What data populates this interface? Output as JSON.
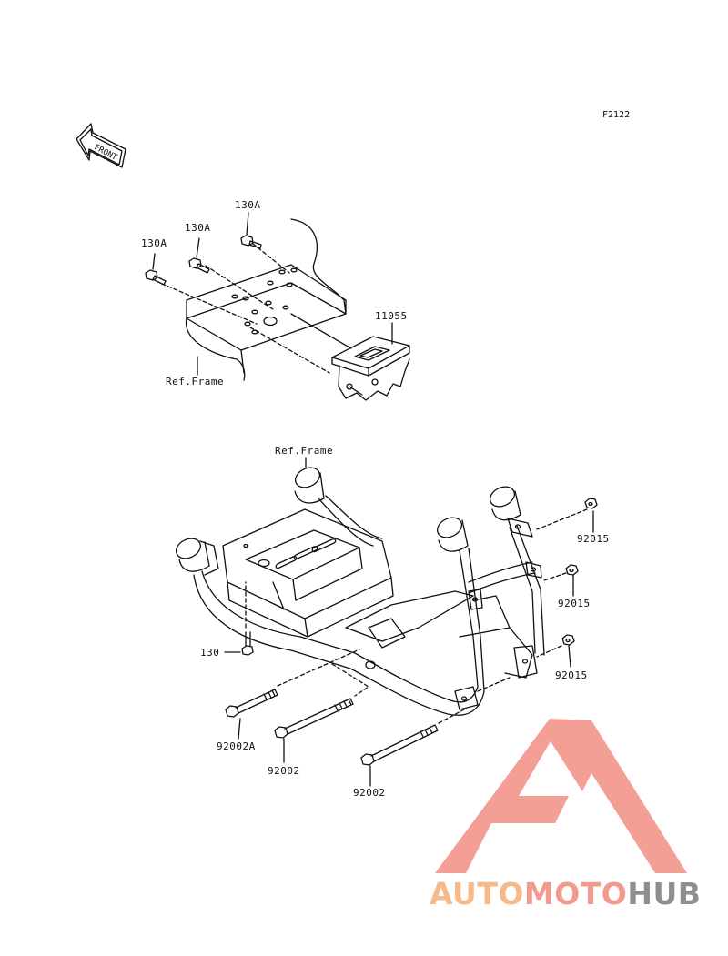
{
  "diagram_code": "F2122",
  "front_marker": "FRONT",
  "labels": {
    "bolt_top_left": "130A",
    "bolt_top_mid": "130A",
    "bolt_top_right": "130A",
    "bracket": "11055",
    "ref_frame_top": "Ref.Frame",
    "ref_frame_bottom": "Ref.Frame",
    "nut_1": "92015",
    "nut_2": "92015",
    "nut_3": "92015",
    "bolt_130": "130",
    "long_bolt_a": "92002A",
    "long_bolt_1": "92002",
    "long_bolt_2": "92002"
  },
  "watermark": {
    "part1": "AUTO",
    "part2": "MOTO",
    "part3": "HUB",
    "colors": {
      "auto": "#f6b98a",
      "moto": "#f39a90",
      "hub": "#8e8e8e",
      "logo": "#f39a90"
    }
  }
}
